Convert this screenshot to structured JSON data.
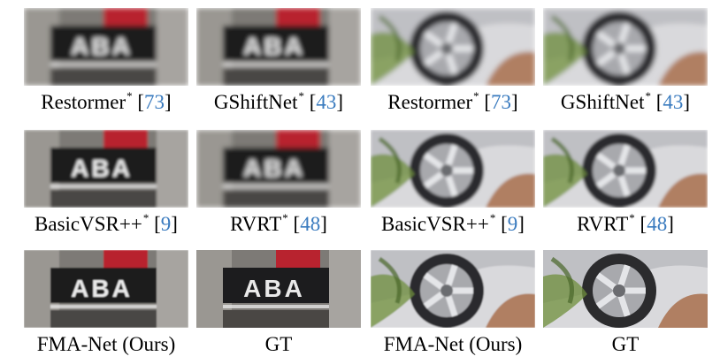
{
  "rows": [
    [
      {
        "method": "Restormer",
        "star": "*",
        "ref": "73",
        "plate_text": "ABA",
        "kind": "plate",
        "quality": "blur"
      },
      {
        "method": "GShiftNet",
        "star": "*",
        "ref": "43",
        "plate_text": "ABA",
        "kind": "plate",
        "quality": "blur"
      },
      {
        "method": "Restormer",
        "star": "*",
        "ref": "73",
        "kind": "wheel",
        "quality": "blur"
      },
      {
        "method": "GShiftNet",
        "star": "*",
        "ref": "43",
        "kind": "wheel",
        "quality": "blur"
      }
    ],
    [
      {
        "method": "BasicVSR++",
        "star": "*",
        "ref": "9",
        "plate_text": "ABA",
        "kind": "plate",
        "quality": "mid"
      },
      {
        "method": "RVRT",
        "star": "*",
        "ref": "48",
        "plate_text": "ABA",
        "kind": "plate",
        "quality": "blur"
      },
      {
        "method": "BasicVSR++",
        "star": "*",
        "ref": "9",
        "kind": "wheel",
        "quality": "mid"
      },
      {
        "method": "RVRT",
        "star": "*",
        "ref": "48",
        "kind": "wheel",
        "quality": "mid"
      }
    ],
    [
      {
        "method": "FMA-Net (Ours)",
        "star": "",
        "ref": "",
        "plate_text": "ABA",
        "kind": "plate",
        "quality": "good"
      },
      {
        "method": "GT",
        "star": "",
        "ref": "",
        "plate_text": "ABA",
        "kind": "plate",
        "quality": "sharp"
      },
      {
        "method": "FMA-Net (Ours)",
        "star": "",
        "ref": "",
        "kind": "wheel",
        "quality": "good"
      },
      {
        "method": "GT",
        "star": "",
        "ref": "",
        "kind": "wheel",
        "quality": "sharp"
      }
    ]
  ],
  "colors": {
    "citation": "#3a7bbf",
    "plate_red": "#b8232f",
    "plate_dark": "#1c1c1e",
    "car_white": "#d9d9dc",
    "ground": "#b07f62"
  }
}
